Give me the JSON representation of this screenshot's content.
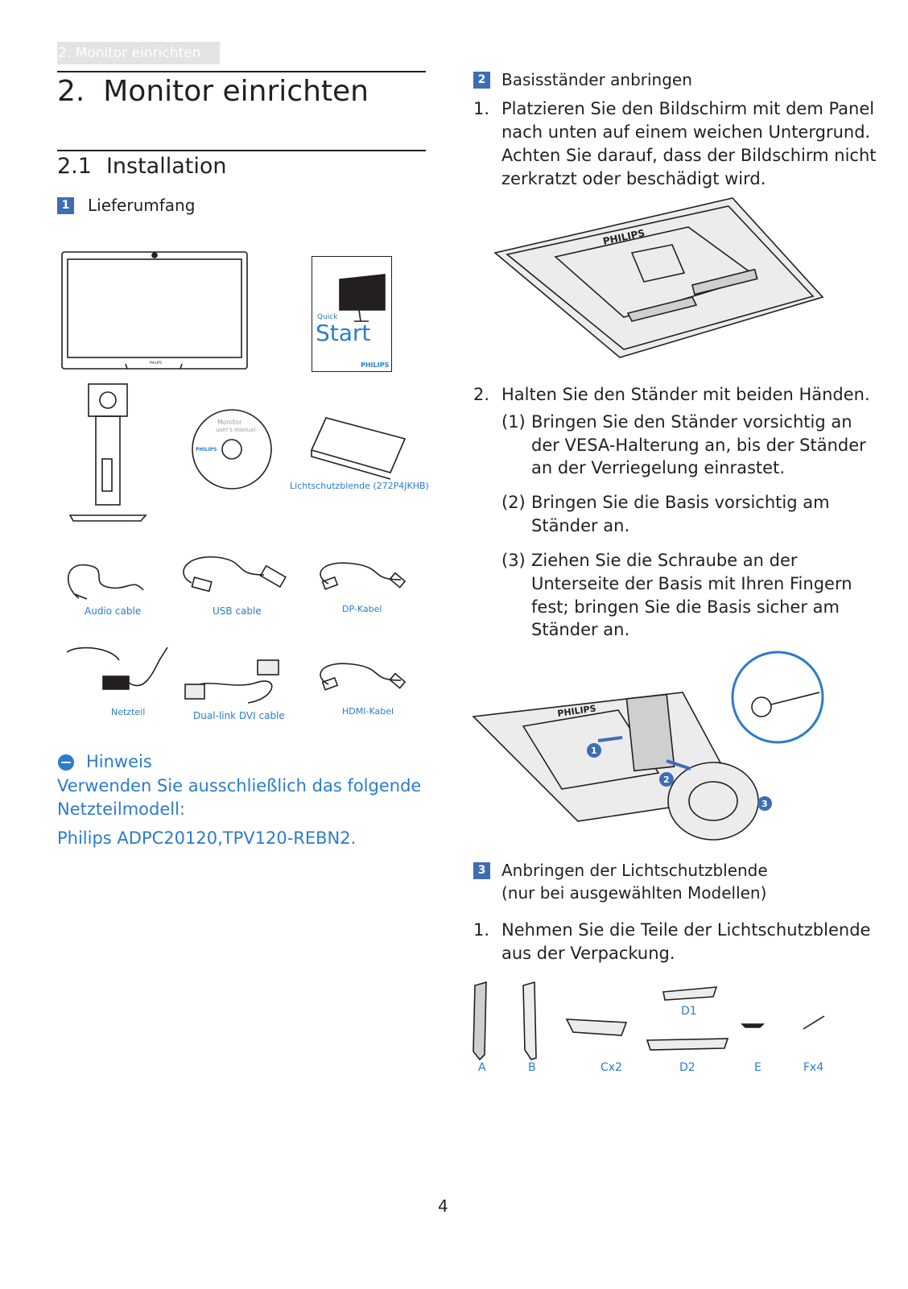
{
  "header": {
    "tab": "2. Monitor einrichten"
  },
  "chapter": {
    "title": "2.  Monitor einrichten"
  },
  "section": {
    "number": "2.1",
    "title": "Installation"
  },
  "left": {
    "step1": {
      "badge": "1",
      "title": "Lieferumfang"
    },
    "quickstart": {
      "small1": "Quick",
      "big": "Start",
      "brand": "PHILIPS"
    },
    "cd": {
      "label1": "Monitor",
      "label2": "user's manual",
      "brand": "PHILIPS"
    },
    "captions": {
      "lichtschutz": "Lichtschutzblende (272P4JKHB)",
      "audio": "Audio cable",
      "usb": "USB cable",
      "dp": "DP-Kabel",
      "netzteil": "Netzteil",
      "dvi": "Dual-link DVI cable",
      "hdmi": "HDMI-Kabel"
    },
    "note": {
      "title": "Hinweis",
      "line1": "Verwenden Sie ausschließlich das folgende",
      "line2": "Netzteilmodell:",
      "line3": "Philips ADPC20120,TPV120-REBN2."
    }
  },
  "right": {
    "step2": {
      "badge": "2",
      "title": "Basisständer anbringen",
      "i1": {
        "num": "1.",
        "lines": [
          "Platzieren Sie den Bildschirm mit dem Panel",
          "nach unten auf einem weichen Untergrund.",
          "Achten Sie darauf, dass der Bildschirm nicht",
          "zerkratzt oder beschädigt wird."
        ]
      },
      "i2": {
        "num": "2.",
        "text": "Halten Sie den Ständer mit beiden Händen."
      },
      "s1": {
        "num": "(1)",
        "lines": [
          "Bringen Sie den Ständer vorsichtig an",
          "der VESA-Halterung an, bis der Ständer",
          "an der Verriegelung einrastet."
        ]
      },
      "s2": {
        "num": "(2)",
        "lines": [
          "Bringen Sie die Basis vorsichtig am",
          "Ständer an."
        ]
      },
      "s3": {
        "num": "(3)",
        "lines": [
          "Ziehen Sie die Schraube an der",
          "Unterseite der Basis mit Ihren Fingern",
          "fest; bringen Sie die Basis sicher am",
          "Ständer an."
        ]
      },
      "brand": "PHILIPS",
      "callouts": [
        "1",
        "2",
        "3"
      ]
    },
    "step3": {
      "badge": "3",
      "title1": "Anbringen der Lichtschutzblende",
      "title2": "(nur bei ausgewählten Modellen)",
      "i1": {
        "num": "1.",
        "lines": [
          "Nehmen Sie die Teile der Lichtschutzblende",
          "aus der Verpackung."
        ]
      },
      "parts": {
        "A": "A",
        "B": "B",
        "C": "Cx2",
        "D1": "D1",
        "D2": "D2",
        "E": "E",
        "F": "Fx4"
      }
    }
  },
  "footer": {
    "page": "4"
  }
}
